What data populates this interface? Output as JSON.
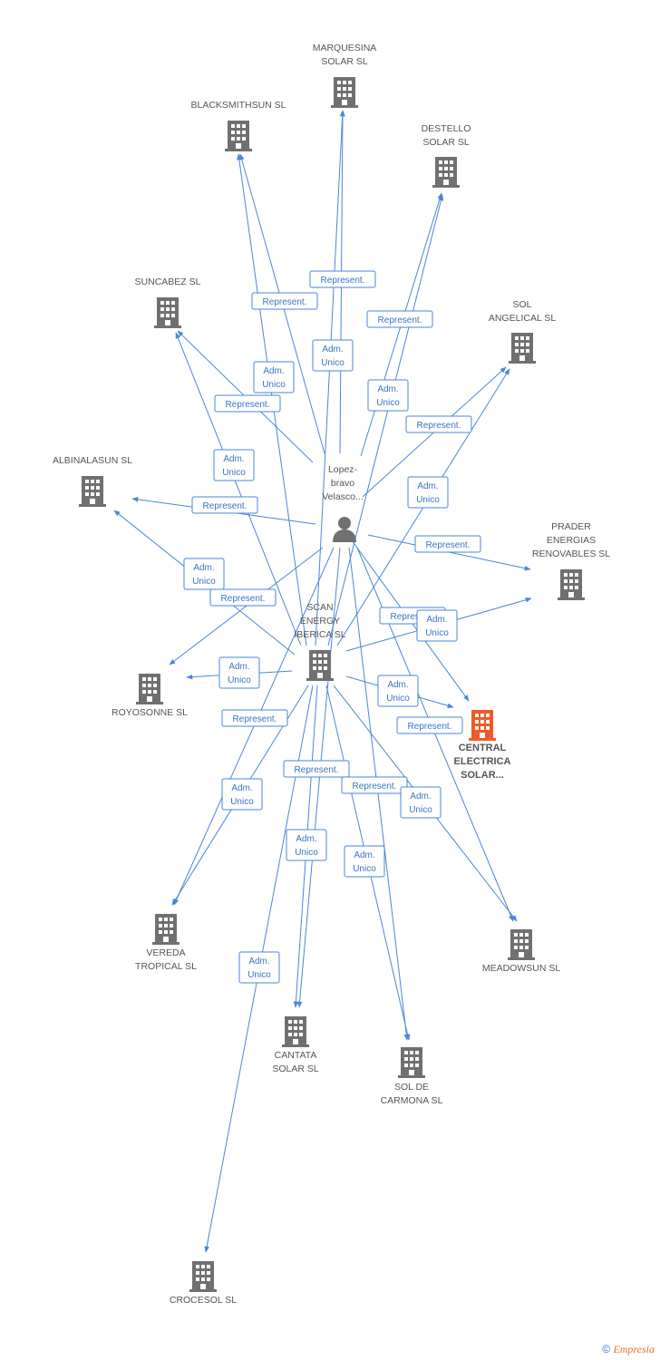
{
  "colors": {
    "edge": "#4a86d8",
    "node": "#707070",
    "focus": "#f05a28",
    "label": "#555555"
  },
  "nodes": {
    "person": {
      "label": [
        "Lopez-",
        "bravo",
        "Velasco..."
      ],
      "icon": "person-icon"
    },
    "scan": {
      "label": [
        "SCAN",
        "ENERGY",
        "IBERICA SL"
      ],
      "icon": "building-icon"
    },
    "marquesina": {
      "label": [
        "MARQUESINA",
        "SOLAR SL"
      ],
      "icon": "building-icon"
    },
    "blacksmith": {
      "label": [
        "BLACKSMITHSUN SL"
      ],
      "icon": "building-icon"
    },
    "destello": {
      "label": [
        "DESTELLO",
        "SOLAR SL"
      ],
      "icon": "building-icon"
    },
    "suncabez": {
      "label": [
        "SUNCABEZ SL"
      ],
      "icon": "building-icon"
    },
    "angelical": {
      "label": [
        "SOL",
        "ANGELICAL SL"
      ],
      "icon": "building-icon"
    },
    "albinalasun": {
      "label": [
        "ALBINALASUN SL"
      ],
      "icon": "building-icon"
    },
    "prader": {
      "label": [
        "PRADER",
        "ENERGIAS",
        "RENOVABLES SL"
      ],
      "icon": "building-icon"
    },
    "royosonne": {
      "label": [
        "ROYOSONNE SL"
      ],
      "icon": "building-icon"
    },
    "central": {
      "label": [
        "CENTRAL",
        "ELECTRICA",
        "SOLAR..."
      ],
      "icon": "building-icon",
      "focus": true
    },
    "vereda": {
      "label": [
        "VEREDA",
        "TROPICAL SL"
      ],
      "icon": "building-icon"
    },
    "meadowsun": {
      "label": [
        "MEADOWSUN SL"
      ],
      "icon": "building-icon"
    },
    "cantata": {
      "label": [
        "CANTATA",
        "SOLAR SL"
      ],
      "icon": "building-icon"
    },
    "carmona": {
      "label": [
        "SOL DE",
        "CARMONA SL"
      ],
      "icon": "building-icon"
    },
    "crocesol": {
      "label": [
        "CROCESOL SL"
      ],
      "icon": "building-icon"
    }
  },
  "edges": [
    {
      "from": "person",
      "to": "marquesina",
      "label": [
        "Represent."
      ]
    },
    {
      "from": "person",
      "to": "blacksmith",
      "label": [
        "Represent."
      ]
    },
    {
      "from": "person",
      "to": "destello",
      "label": [
        "Represent."
      ]
    },
    {
      "from": "person",
      "to": "suncabez",
      "label": [
        "Represent."
      ]
    },
    {
      "from": "person",
      "to": "angelical",
      "label": [
        "Represent."
      ]
    },
    {
      "from": "person",
      "to": "albinalasun",
      "label": [
        "Represent."
      ]
    },
    {
      "from": "person",
      "to": "prader",
      "label": [
        "Represent."
      ]
    },
    {
      "from": "person",
      "to": "royosonne",
      "label": [
        "Represent."
      ]
    },
    {
      "from": "person",
      "to": "central",
      "label": [
        "Represent."
      ]
    },
    {
      "from": "person",
      "to": "vereda",
      "label": [
        "Represent."
      ]
    },
    {
      "from": "person",
      "to": "meadowsun",
      "label": [
        "Represent."
      ]
    },
    {
      "from": "person",
      "to": "cantata",
      "label": [
        "Represent."
      ]
    },
    {
      "from": "person",
      "to": "carmona",
      "label": [
        "Represent."
      ]
    },
    {
      "from": "scan",
      "to": "marquesina",
      "label": [
        "Adm.",
        "Unico"
      ]
    },
    {
      "from": "scan",
      "to": "blacksmith",
      "label": [
        "Adm.",
        "Unico"
      ]
    },
    {
      "from": "scan",
      "to": "destello",
      "label": [
        "Adm.",
        "Unico"
      ]
    },
    {
      "from": "scan",
      "to": "suncabez",
      "label": [
        "Adm.",
        "Unico"
      ]
    },
    {
      "from": "scan",
      "to": "angelical",
      "label": [
        "Adm.",
        "Unico"
      ]
    },
    {
      "from": "scan",
      "to": "albinalasun",
      "label": [
        "Adm.",
        "Unico"
      ]
    },
    {
      "from": "scan",
      "to": "prader",
      "label": [
        "Adm.",
        "Unico"
      ]
    },
    {
      "from": "scan",
      "to": "royosonne",
      "label": [
        "Adm.",
        "Unico"
      ]
    },
    {
      "from": "scan",
      "to": "central",
      "label": [
        "Adm.",
        "Unico"
      ]
    },
    {
      "from": "scan",
      "to": "vereda",
      "label": [
        "Adm.",
        "Unico"
      ]
    },
    {
      "from": "scan",
      "to": "meadowsun",
      "label": [
        "Adm.",
        "Unico"
      ]
    },
    {
      "from": "scan",
      "to": "cantata",
      "label": [
        "Adm.",
        "Unico"
      ]
    },
    {
      "from": "scan",
      "to": "carmona",
      "label": [
        "Adm.",
        "Unico"
      ]
    },
    {
      "from": "scan",
      "to": "crocesol",
      "label": [
        "Adm.",
        "Unico"
      ]
    }
  ],
  "footer": {
    "copyright": "©",
    "brand": "Empresia"
  }
}
